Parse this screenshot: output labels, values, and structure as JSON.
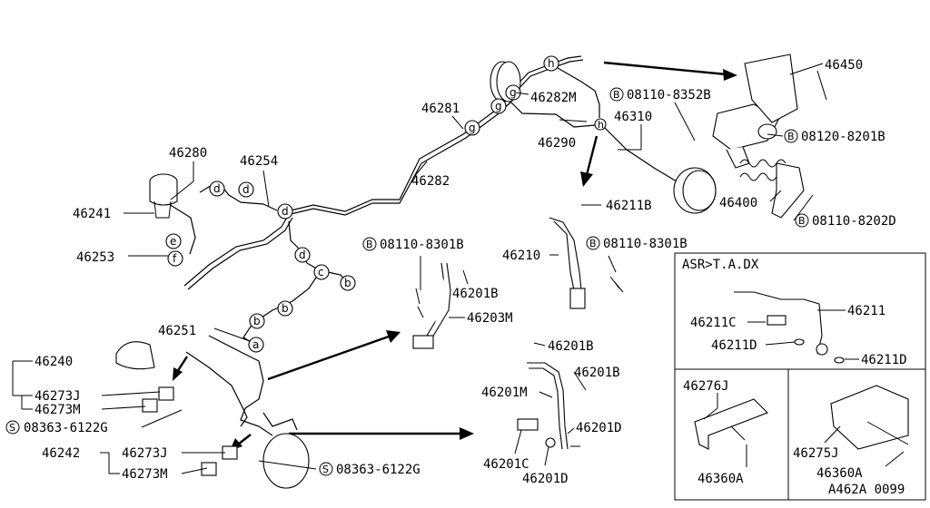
{
  "diagram": {
    "part_numbers": {
      "p46450": "46450",
      "p46282M": "46282M",
      "p46310": "46310",
      "p46281": "46281",
      "p46290": "46290",
      "p46282": "46282",
      "p46280": "46280",
      "p46254": "46254",
      "p46241": "46241",
      "p46253": "46253",
      "p46211B": "46211B",
      "p46400": "46400",
      "p46210": "46210",
      "p46201B_a": "46201B",
      "p46203M": "46203M",
      "p46251": "46251",
      "p46240": "46240",
      "p46273J_a": "46273J",
      "p46273M_a": "46273M",
      "p46201B_b": "46201B",
      "p46201B_c": "46201B",
      "p46201M": "46201M",
      "p46201D_a": "46201D",
      "p46201C": "46201C",
      "p46201D_b": "46201D",
      "p46242": "46242",
      "p46273J_b": "46273J",
      "p46273M_b": "46273M",
      "p46211": "46211",
      "p46211C": "46211C",
      "p46211D_a": "46211D",
      "p46211D_b": "46211D",
      "p46276J": "46276J",
      "p46275J": "46275J",
      "p46360A_a": "46360A",
      "p46360A_b": "46360A"
    },
    "fasteners": {
      "b1_symbol": "B",
      "b1_code": "08110-8352B",
      "b2_symbol": "B",
      "b2_code": "08120-8201B",
      "b3_symbol": "B",
      "b3_code": "08110-8202D",
      "b4_symbol": "B",
      "b4_code": "08110-8301B",
      "b5_symbol": "B",
      "b5_code": "08110-8301B",
      "s1_symbol": "S",
      "s1_code": "08363-6122G",
      "s2_symbol": "S",
      "s2_code": "08363-6122G"
    },
    "connection_letters": {
      "b": "b",
      "c": "c",
      "d": "d",
      "e": "e",
      "f": "f",
      "g": "g",
      "h": "h",
      "a": "a"
    },
    "inset_asr_title": "ASR>T.A.DX",
    "diagram_code": "A462A 0099"
  }
}
